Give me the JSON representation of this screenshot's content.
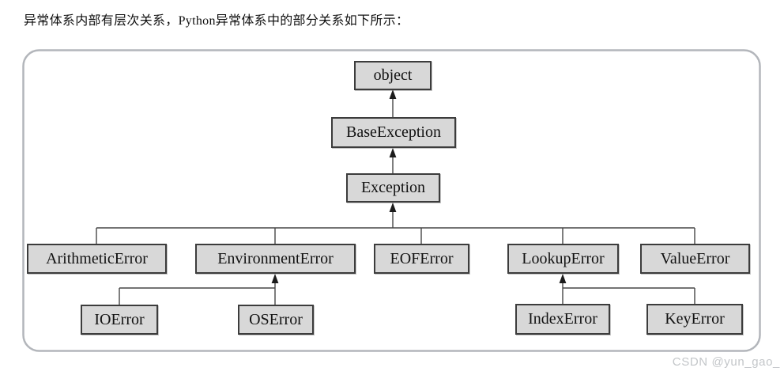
{
  "intro": {
    "text": "异常体系内部有层次关系，Python异常体系中的部分关系如下所示："
  },
  "watermark": {
    "text": "CSDN @yun_gao_"
  },
  "diagram": {
    "type": "tree",
    "title": "Python exception hierarchy (partial)",
    "nodes": {
      "object": "object",
      "baseexception": "BaseException",
      "exception": "Exception",
      "arithmeticerror": "ArithmeticError",
      "environmenterror": "EnvironmentError",
      "eoferror": "EOFError",
      "lookuperror": "LookupError",
      "valueerror": "ValueError",
      "ioerror": "IOError",
      "oserror": "OSError",
      "indexerror": "IndexError",
      "keyerror": "KeyError"
    },
    "edges": [
      {
        "child": "BaseException",
        "parent": "object"
      },
      {
        "child": "Exception",
        "parent": "BaseException"
      },
      {
        "child": "ArithmeticError",
        "parent": "Exception"
      },
      {
        "child": "EnvironmentError",
        "parent": "Exception"
      },
      {
        "child": "EOFError",
        "parent": "Exception"
      },
      {
        "child": "LookupError",
        "parent": "Exception"
      },
      {
        "child": "ValueError",
        "parent": "Exception"
      },
      {
        "child": "IOError",
        "parent": "EnvironmentError"
      },
      {
        "child": "OSError",
        "parent": "EnvironmentError"
      },
      {
        "child": "IndexError",
        "parent": "LookupError"
      },
      {
        "child": "KeyError",
        "parent": "LookupError"
      }
    ],
    "colors": {
      "node_fill": "#d8d8d8",
      "node_border": "#3c3c3c",
      "line": "#474747",
      "container_border": "#b3b6bb",
      "watermark": "#c3c6c9"
    }
  }
}
